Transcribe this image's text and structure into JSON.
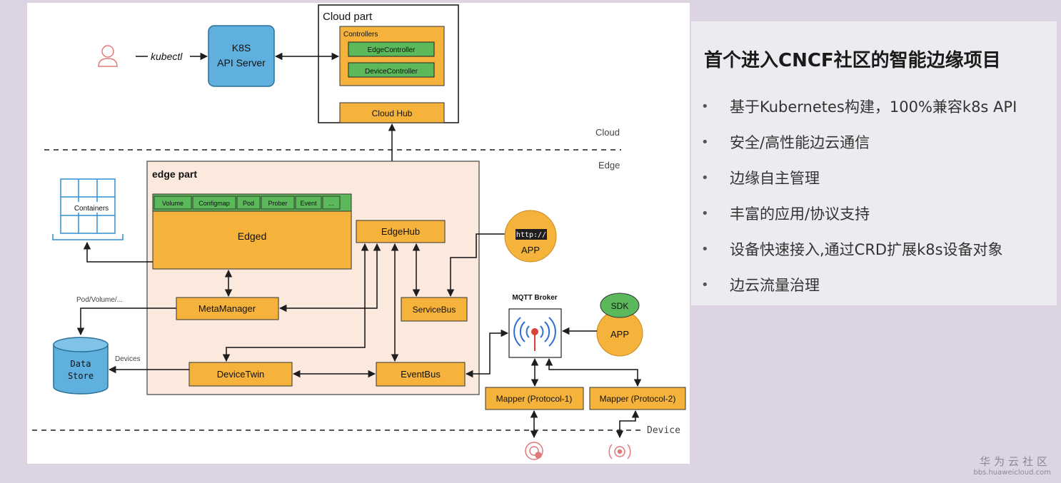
{
  "diagram": {
    "cloud_part_title": "Cloud part",
    "controllers_title": "Controllers",
    "edge_controller": "EdgeController",
    "device_controller": "DeviceController",
    "cloud_hub": "Cloud Hub",
    "k8s_line1": "K8S",
    "k8s_line2": "API Server",
    "kubectl": "kubectl",
    "cloud_label": "Cloud",
    "edge_label": "Edge",
    "device_label": "Device",
    "edge_part_title": "edge part",
    "edged_tabs": [
      "Volume",
      "Configmap",
      "Pod",
      "Prober",
      "Event",
      "..."
    ],
    "edged": "Edged",
    "edgehub": "EdgeHub",
    "servicebus": "ServiceBus",
    "metamanager": "MetaManager",
    "devicetwin": "DeviceTwin",
    "eventbus": "EventBus",
    "containers": "Containers",
    "data_store_line1": "Data",
    "data_store_line2": "Store",
    "pod_volume": "Pod/Volume/...",
    "devices": "Devices",
    "http": "http://",
    "app": "APP",
    "mqtt_broker": "MQTT Broker",
    "sdk": "SDK",
    "sdk_app": "APP",
    "mapper1": "Mapper (Protocol-1)",
    "mapper2": "Mapper (Protocol-2)"
  },
  "right": {
    "title": "首个进入CNCF社区的智能边缘项目",
    "bullet": "•",
    "items": [
      "基于Kubernetes构建，100%兼容k8s API",
      "安全/高性能边云通信",
      "边缘自主管理",
      "丰富的应用/协议支持",
      "设备快速接入,通过CRD扩展k8s设备对象",
      "边云流量治理"
    ]
  },
  "watermark": {
    "cn": "华为云社区",
    "url": "bbs.huaweicloud.com"
  },
  "colors": {
    "orange": "#f6b33b",
    "green": "#5bb85b",
    "blue": "#5fb0de",
    "edge_fill": "#fbe9de"
  }
}
